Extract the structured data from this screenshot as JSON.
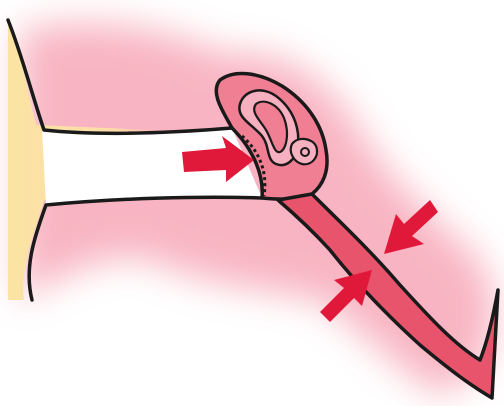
{
  "diagram": {
    "subject": "ear-cross-section",
    "labels": [],
    "colors": {
      "background": "#ffffff",
      "soft_tissue_glow": "#f7a8b8",
      "skin_outer_ear": "#fbe3a3",
      "ear_canal": "#ffffff",
      "middle_ear_fill": "#f07f93",
      "middle_ear_inner": "#f6b0bf",
      "eustachian_tube": "#e9546d",
      "outline": "#1a1a1a",
      "arrow": "#e0193a"
    },
    "arrows": [
      {
        "name": "eardrum-pressure-arrow",
        "points_to": "eardrum"
      },
      {
        "name": "tube-upper-arrow",
        "points_to": "eustachian-tube"
      },
      {
        "name": "tube-lower-arrow",
        "points_to": "eustachian-tube"
      }
    ]
  }
}
